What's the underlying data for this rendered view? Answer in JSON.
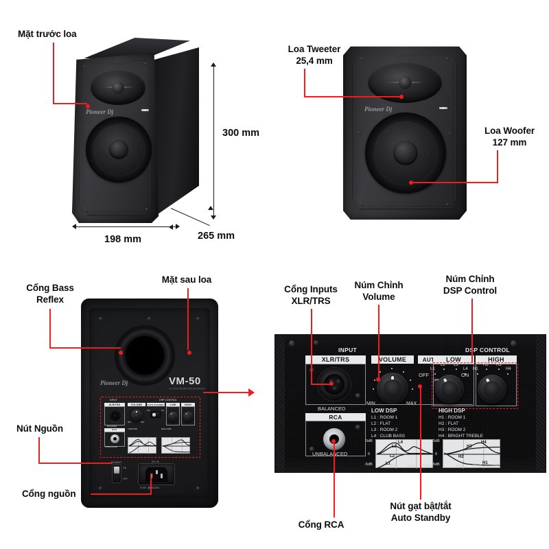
{
  "annotations": {
    "front_face": "Mặt trước loa",
    "tweeter": "Loa Tweeter\n25,4 mm",
    "woofer": "Loa Woofer\n127 mm",
    "rear_face": "Mặt sau loa",
    "bass_reflex": "Cổng Bass\nReflex",
    "power_switch": "Nút Nguồn",
    "power_port": "Cổng nguồn",
    "inputs_xlr": "Cổng Inputs\nXLR/TRS",
    "volume_knob": "Núm Chỉnh\nVolume",
    "dsp_knob": "Núm Chỉnh\nDSP Control",
    "auto_standby": "Nút gạt bật/tắt\nAuto Standby",
    "rca_port": "Cổng RCA"
  },
  "dimensions": {
    "height": "300 mm",
    "width": "198 mm",
    "depth": "265 mm"
  },
  "product": {
    "brand": "Pioneer Dj",
    "model": "VM-50",
    "model_sub": "ACTIVE MONITOR SPEAKER"
  },
  "panel": {
    "input_group": "INPUT",
    "xlr_header": "XLR/TRS",
    "xlr_sub": "BALANCED",
    "rca_header": "RCA",
    "rca_sub": "UNBALANCED",
    "volume_header": "VOLUME",
    "volume_min": "MIN",
    "volume_max": "MAX",
    "standby_header": "AUTO STANDBY",
    "standby_off": "OFF",
    "standby_on": "ON",
    "dsp_group": "DSP CONTROL",
    "low_header": "LOW",
    "high_header": "HIGH",
    "low_ticks": [
      "L1",
      "L2",
      "L3",
      "L4"
    ],
    "high_ticks": [
      "H1",
      "H2",
      "H3",
      "H4"
    ],
    "low_dsp_title": "LOW DSP",
    "low_dsp_list": [
      "L1 : ROOM 1",
      "L2 : FLAT",
      "L3 : ROOM 2",
      "L4 : CLUB BASS"
    ],
    "high_dsp_title": "HIGH DSP",
    "high_dsp_list": [
      "H1 : ROOM 1",
      "H2 : FLAT",
      "H3 : ROOM 2",
      "H4 : BRIGHT TREBLE"
    ],
    "power_label": "POWER",
    "power_on": "ON",
    "power_off": "OFF",
    "ac_in": "AC IN",
    "fuse_note": "FUSE : T0.5L250V"
  },
  "chart_data": [
    {
      "type": "line",
      "title": "LOW DSP",
      "xlabel": "",
      "ylabel": "",
      "ylim": [
        -5,
        5
      ],
      "ytick_labels": [
        "5dB",
        "0",
        "-5dB"
      ],
      "xtick_labels": [
        "50Hz",
        "100Hz",
        "200Hz"
      ],
      "legend": [
        "L1",
        "L2",
        "L3",
        "L4"
      ],
      "series": [
        {
          "name": "L1",
          "note": "rising low-shelf cut, climbs from -5dB at 50Hz toward 0dB near 200Hz"
        },
        {
          "name": "L2",
          "note": "flat reference at 0dB"
        },
        {
          "name": "L3",
          "note": "broad boost peaking ~+3dB near 80Hz"
        },
        {
          "name": "L4",
          "note": "club bass, peak ~+4.5dB at 70Hz with second bump near 150Hz"
        }
      ]
    },
    {
      "type": "line",
      "title": "HIGH DSP",
      "xlabel": "",
      "ylabel": "",
      "ylim": [
        -5,
        5
      ],
      "ytick_labels": [
        "5dB",
        "0",
        "-5dB"
      ],
      "xtick_labels": [
        "6kHz",
        "8kHz",
        "10kHz"
      ],
      "legend": [
        "H1",
        "H2",
        "H3",
        "H4"
      ],
      "series": [
        {
          "name": "H1",
          "note": "high-shelf cut falling to about -4dB above 8kHz"
        },
        {
          "name": "H2",
          "note": "flat reference at 0dB"
        },
        {
          "name": "H3",
          "note": "gentle rise to about +2dB"
        },
        {
          "name": "H4",
          "note": "bright treble, peak ~+4dB near 8kHz"
        }
      ]
    }
  ]
}
